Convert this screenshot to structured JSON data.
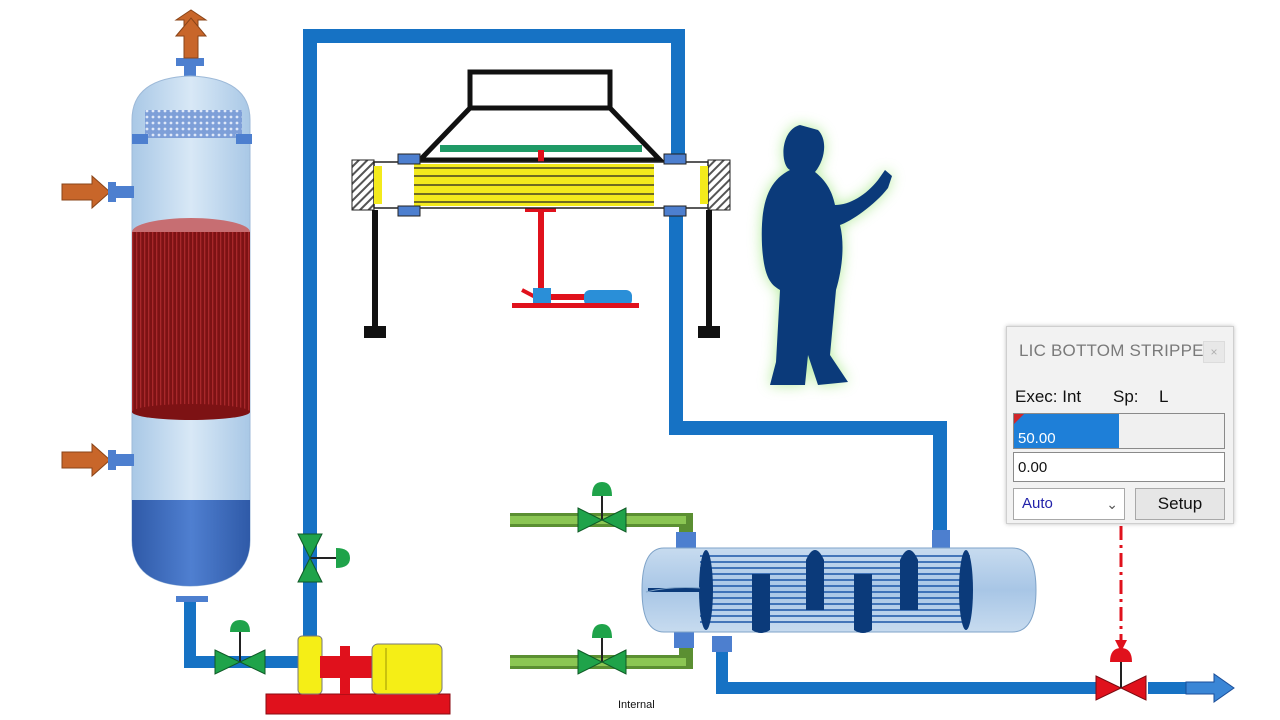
{
  "faceplate": {
    "title": "LIC BOTTOM STRIPPER",
    "close_icon": "close-icon",
    "exec_label": "Exec: Int",
    "sp_label": "Sp:",
    "sp_value": "L",
    "pv_value": "50.00",
    "pv_fraction": 0.5,
    "output_value": "0.00",
    "mode_value": "Auto",
    "setup_label": "Setup"
  },
  "diagram": {
    "footer_label": "Internal",
    "colors": {
      "pipe": "#1672c4",
      "hot_arrow": "#c86a28",
      "valve_green": "#1fa34a",
      "valve_red": "#e0111c",
      "pump_red": "#e0111c",
      "pump_yellow": "#f5ee16",
      "liquid": "#8b1518",
      "cooler_tubes": "#f3ea1c",
      "worker": "#0b3a7a"
    }
  }
}
